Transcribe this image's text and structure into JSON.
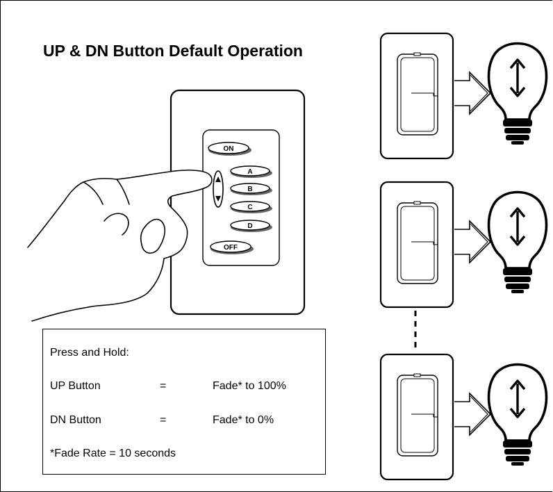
{
  "title": "UP & DN Button Default Operation",
  "keypad": {
    "buttons": [
      "ON",
      "A",
      "B",
      "C",
      "D",
      "OFF"
    ]
  },
  "info": {
    "heading": "Press and Hold:",
    "rows": [
      {
        "label": "UP Button",
        "eq": "=",
        "result": "Fade* to 100%"
      },
      {
        "label": "DN Button",
        "eq": "=",
        "result": "Fade* to 0%"
      }
    ],
    "footnote": "*Fade Rate = 10 seconds"
  },
  "dimmers": [
    {
      "id": "dimmer-1",
      "bulb_icon": "up-down-arrow-icon"
    },
    {
      "id": "dimmer-2",
      "bulb_icon": "up-down-arrow-icon"
    },
    {
      "id": "dimmer-3",
      "bulb_icon": "up-down-arrow-icon"
    }
  ]
}
